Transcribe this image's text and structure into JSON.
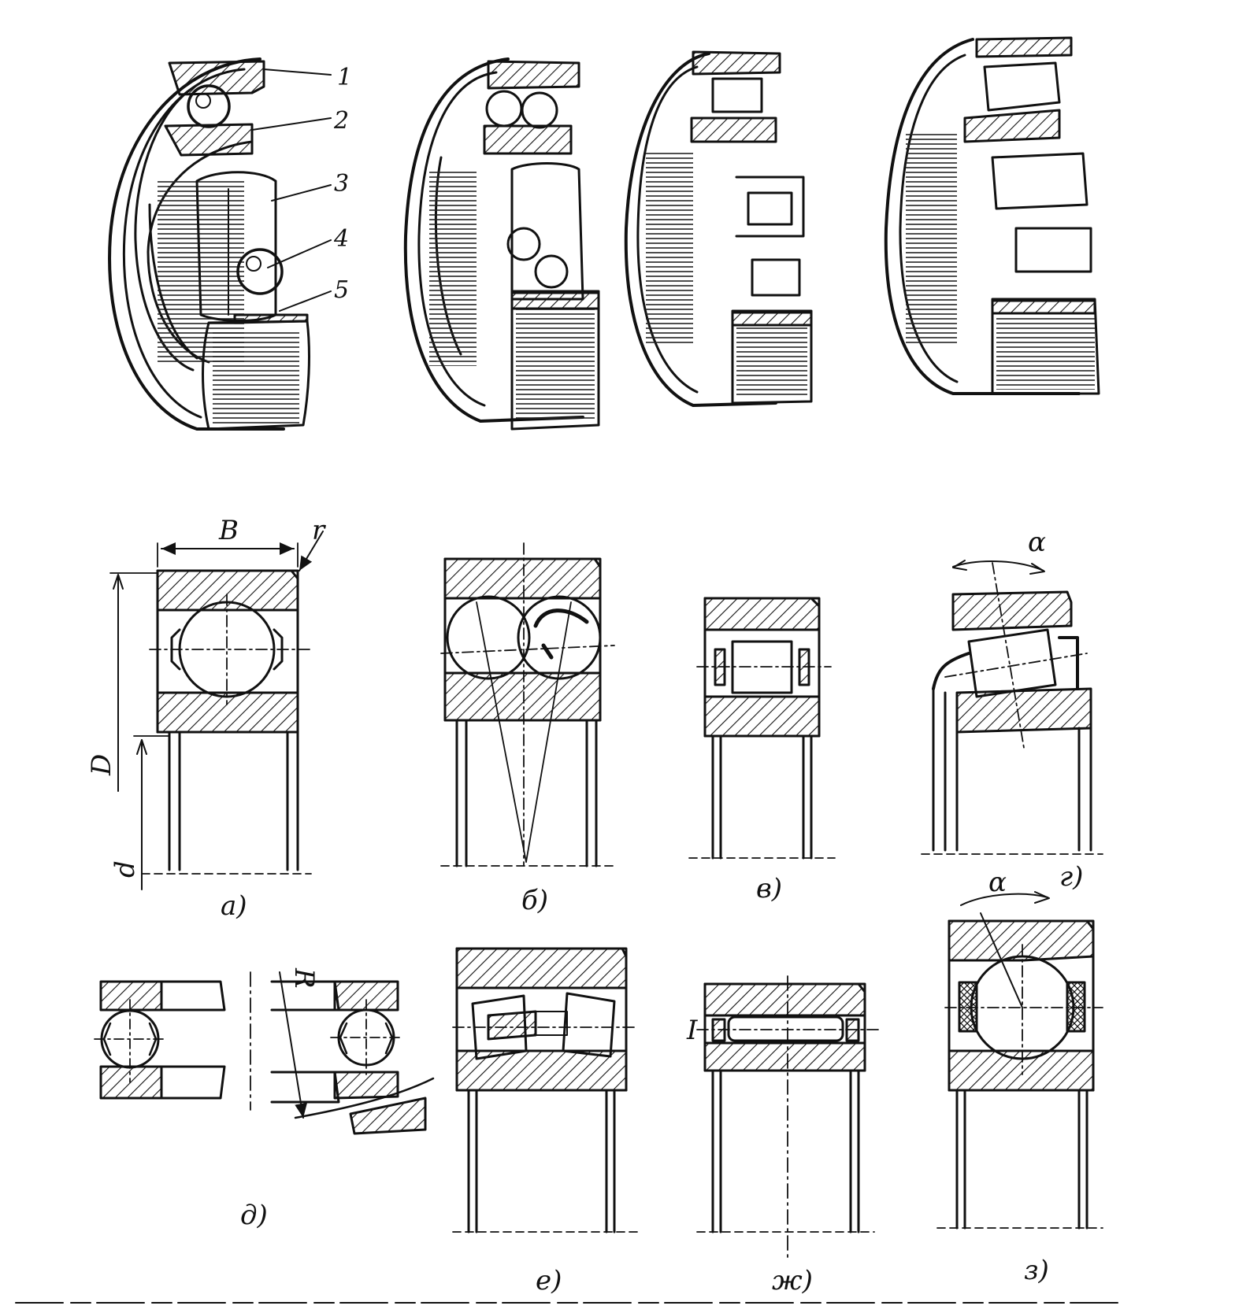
{
  "figure": {
    "callouts": [
      "1",
      "2",
      "3",
      "4",
      "5"
    ],
    "dimensions": {
      "width": "B",
      "outer_diameter": "D",
      "bore": "d",
      "chamfer": "r",
      "radius": "R",
      "angle": "α",
      "angle2": "α",
      "axis_mark": "I"
    },
    "captions": {
      "a": "а)",
      "b": "б)",
      "v": "в)",
      "g": "г)",
      "d": "д)",
      "e": "е)",
      "zh": "ж)",
      "z": "з)"
    }
  }
}
